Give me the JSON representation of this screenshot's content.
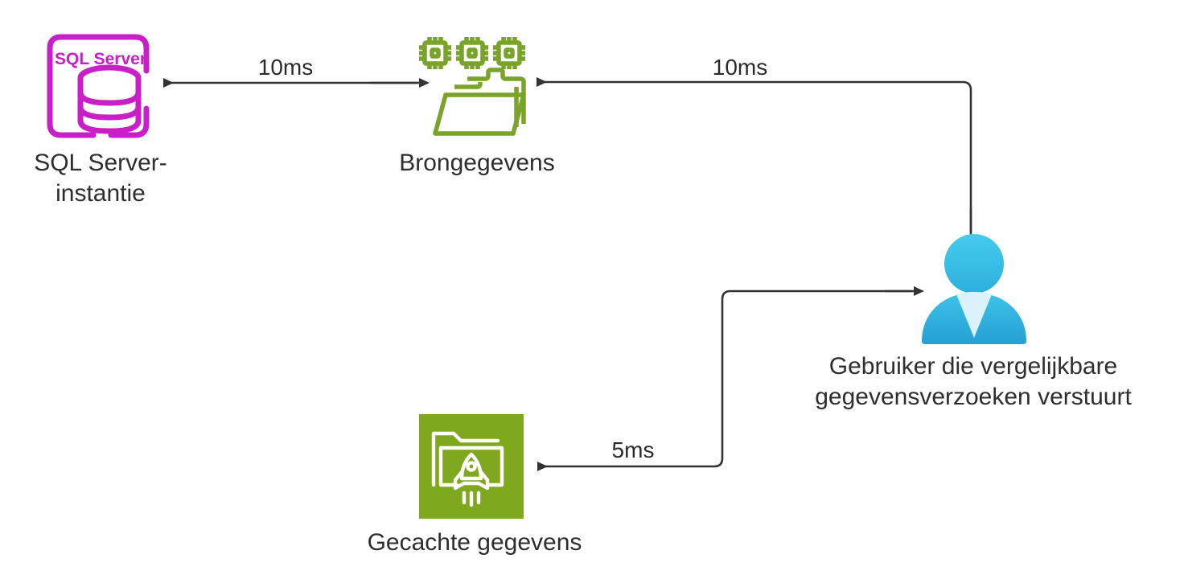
{
  "diagram": {
    "type": "flow-diagram",
    "background_color": "#ffffff",
    "nodes": [
      {
        "id": "sql-server-instance",
        "icon": "sql-server-database-icon",
        "badge_text": "SQL Server",
        "label": "SQL Server-\ninstantie",
        "color": "#c81fc8"
      },
      {
        "id": "source-data",
        "icon": "source-data-folder-icon",
        "label": "Brongegevens",
        "color": "#79a329"
      },
      {
        "id": "user",
        "icon": "user-person-icon",
        "label": "Gebruiker die vergelijkbare\ngegevensverzoeken verstuurt",
        "color": "#32b9e3"
      },
      {
        "id": "cached-data",
        "icon": "cached-data-rocket-folder-icon",
        "label": "Gecachte gegevens",
        "color": "#7fa81e"
      }
    ],
    "edges": [
      {
        "id": "edge-sourcedata-to-sqlserver",
        "from": "source-data",
        "to": "sql-server-instance",
        "label": "10ms",
        "direction": "left",
        "color": "#333333"
      },
      {
        "id": "edge-user-to-sourcedata",
        "from": "user",
        "to": "source-data",
        "label": "10ms",
        "direction": "left",
        "color": "#333333"
      },
      {
        "id": "edge-cacheddata-to-user",
        "from": "cached-data",
        "to": "user",
        "label": "5ms",
        "direction": "bidirectional-elbow",
        "color": "#333333"
      }
    ]
  },
  "labels": {
    "sql_server_instance": "SQL Server-\ninstantie",
    "source_data": "Brongegevens",
    "user": "Gebruiker die vergelijkbare\ngegevensverzoeken verstuurt",
    "cached_data": "Gecachte gegevens"
  },
  "badges": {
    "sql_server": "SQL Server"
  },
  "edge_labels": {
    "source_to_sql": "10ms",
    "user_to_source": "10ms",
    "cache_to_user": "5ms"
  },
  "colors": {
    "sql_magenta": "#c81fc8",
    "source_green": "#79a329",
    "cache_green": "#7fa81e",
    "user_blue_light": "#3fc6ea",
    "user_blue_dark": "#27a5d7",
    "user_collar": "#d9f2fb",
    "arrow_dark": "#333333",
    "text_dark": "#2e2e2e",
    "background": "#ffffff"
  }
}
